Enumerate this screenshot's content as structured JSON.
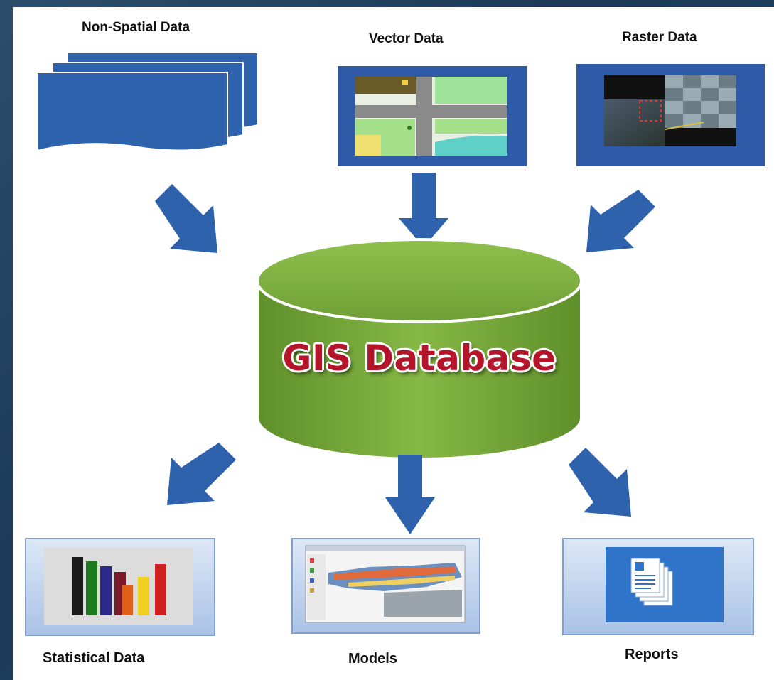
{
  "inputs": {
    "non_spatial": "Non-Spatial Data",
    "vector": "Vector Data",
    "raster": "Raster Data"
  },
  "database": {
    "title": "GIS Database"
  },
  "outputs": {
    "statistical": "Statistical Data",
    "models": "Models",
    "reports": "Reports"
  },
  "colors": {
    "arrow_blue": "#2f62ad",
    "box_blue": "#2f5aa8",
    "db_green": "#74a83a",
    "db_title_red": "#b5152b",
    "output_box": "#c7d8f0"
  },
  "icons": [
    "document-stack-icon",
    "vector-map-icon",
    "raster-image-icon",
    "database-cylinder-icon",
    "bar-chart-icon",
    "model-screenshot-icon",
    "reports-document-icon"
  ]
}
